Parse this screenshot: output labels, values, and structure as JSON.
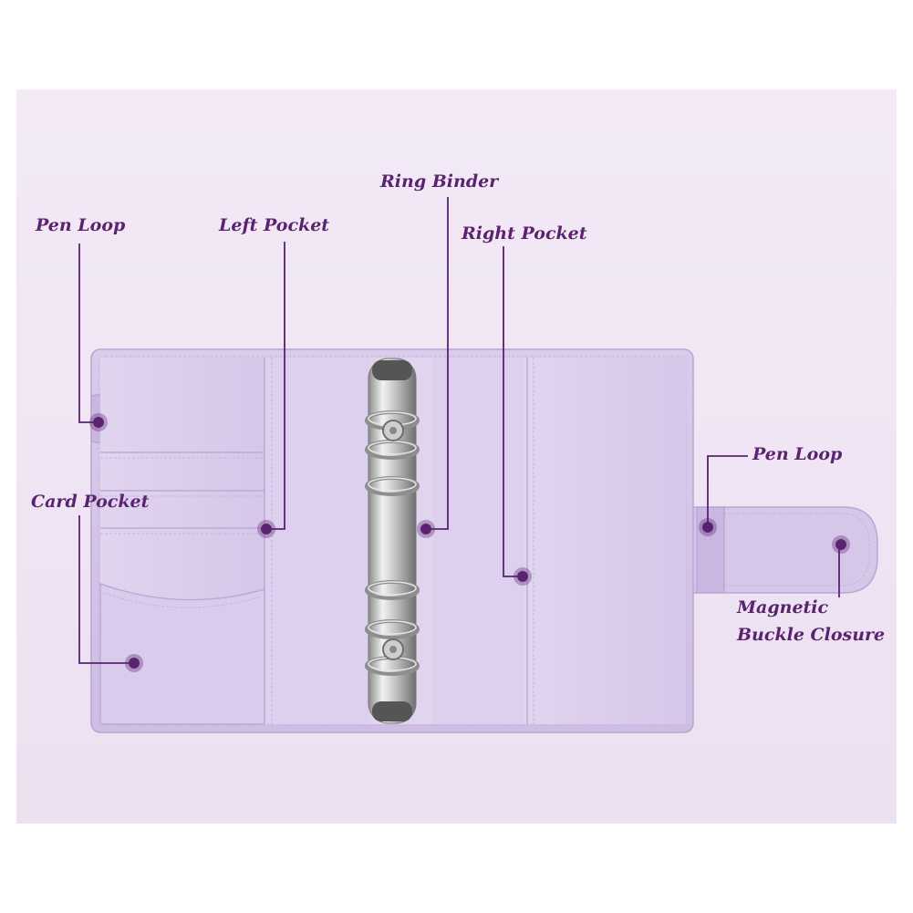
{
  "colors": {
    "accent": "#5a2370",
    "binder_body": "#dccdeb",
    "background": "#f0e6f4"
  },
  "labels": {
    "pen_loop_left": "Pen Loop",
    "left_pocket": "Left Pocket",
    "ring_binder": "Ring Binder",
    "right_pocket": "Right Pocket",
    "card_pocket": "Card Pocket",
    "pen_loop_right": "Pen Loop",
    "magnetic_line1": "Magnetic",
    "magnetic_line2": "Buckle Closure"
  }
}
